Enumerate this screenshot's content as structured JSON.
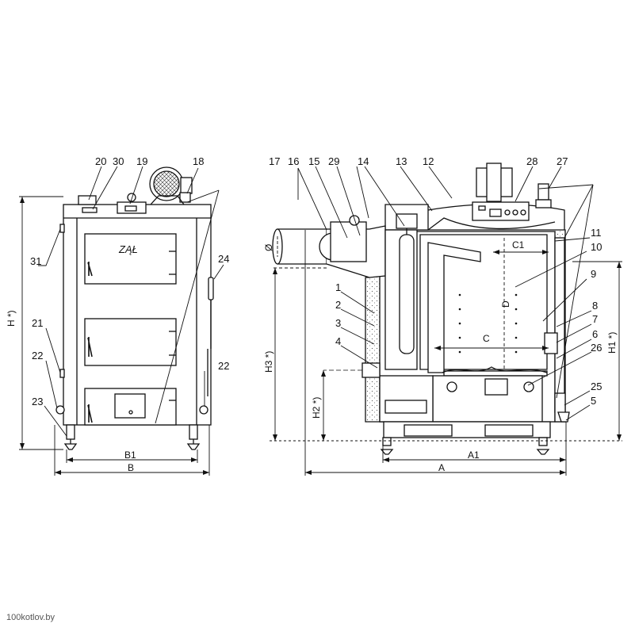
{
  "watermark": "100kotlov.by",
  "front_view": {
    "part_labels": [
      "20",
      "30",
      "19",
      "18",
      "31",
      "24",
      "21",
      "22",
      "22",
      "23"
    ],
    "dimensions": {
      "overall_height": "H *)",
      "width_inner": "B1",
      "width": "B"
    },
    "nameplate": "ZĄŁ"
  },
  "side_view": {
    "part_labels": [
      "17",
      "16",
      "15",
      "29",
      "14",
      "13",
      "12",
      "28",
      "27",
      "11",
      "10",
      "9",
      "8",
      "7",
      "6",
      "26",
      "25",
      "5",
      "1",
      "2",
      "3",
      "4"
    ],
    "dimensions": {
      "flue_diameter": "Ø",
      "chamber_width": "C",
      "upper_width": "C1",
      "chamber_depth": "D",
      "flue_height": "H3 *)",
      "water_outlet_height": "H1 *)",
      "water_inlet_height": "H2 *)",
      "depth_inner": "A1",
      "depth": "A"
    }
  }
}
